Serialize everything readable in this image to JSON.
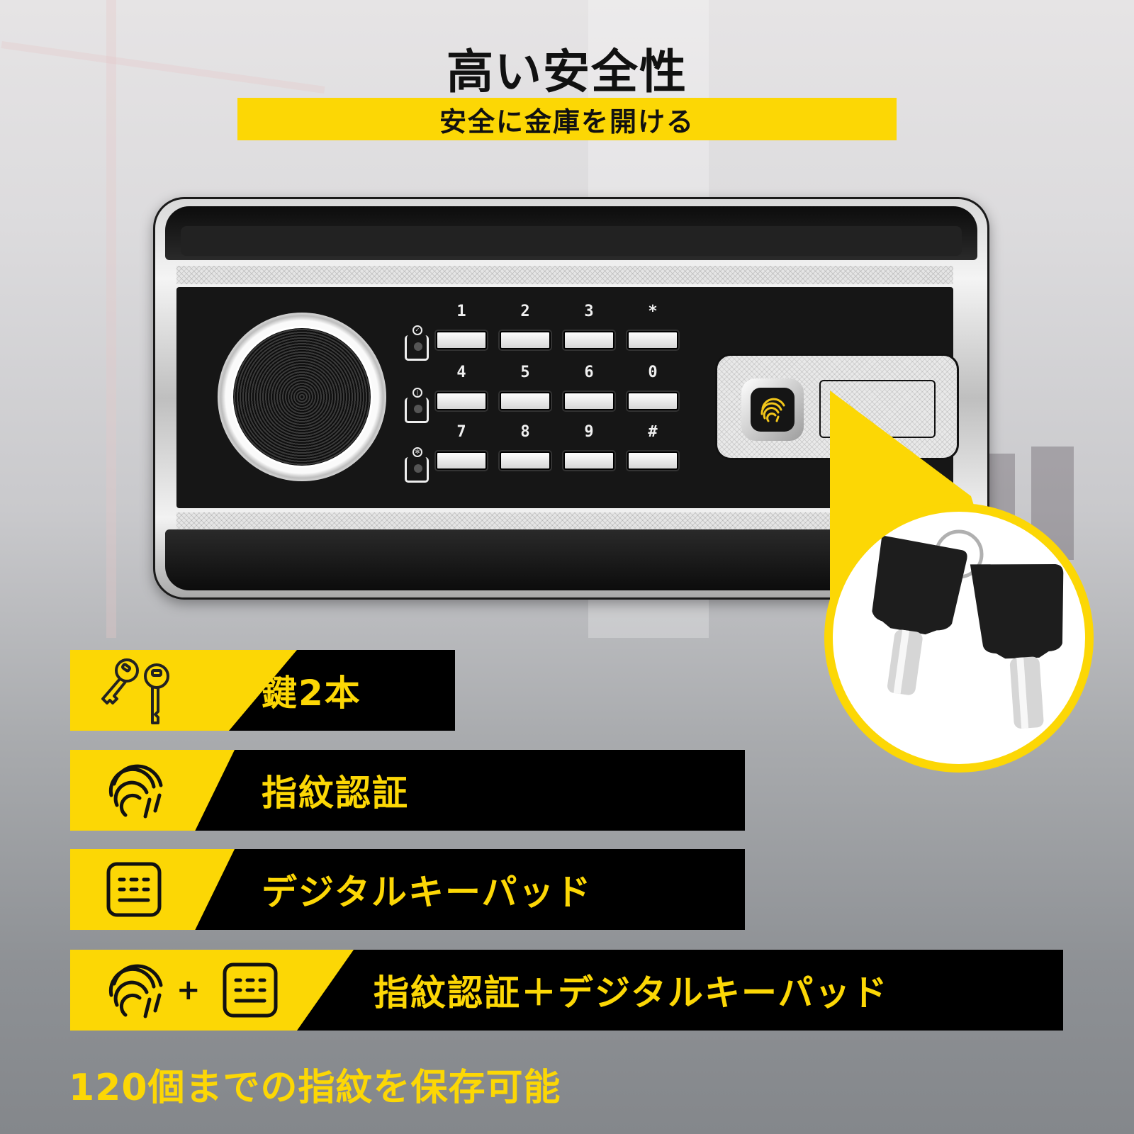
{
  "header": {
    "title": "高い安全性",
    "subtitle": "安全に金庫を開ける"
  },
  "colors": {
    "accent_yellow": "#fcd705",
    "black": "#000000",
    "title_text": "#111111"
  },
  "safe_panel": {
    "keypad": {
      "rows": [
        [
          "1",
          "2",
          "3",
          "*"
        ],
        [
          "4",
          "5",
          "6",
          "0"
        ],
        [
          "7",
          "8",
          "9",
          "#"
        ]
      ]
    },
    "indicators": [
      "alarm-clock-check-icon",
      "power-icon",
      "gear-icon"
    ],
    "fingerprint_sensor_icon": "fingerprint-icon"
  },
  "keys_callout": {
    "key_count": 2,
    "icon": "physical-keys-photo"
  },
  "features": [
    {
      "icon": "keys-icon",
      "label": "鍵2本"
    },
    {
      "icon": "fingerprint-icon",
      "label": "指紋認証"
    },
    {
      "icon": "keypad-icon",
      "label": "デジタルキーパッド"
    },
    {
      "icon": "fingerprint-plus-keypad-icon",
      "icon_separator": "+",
      "label": "指紋認証＋デジタルキーパッド"
    }
  ],
  "footnote": "120個までの指紋を保存可能"
}
